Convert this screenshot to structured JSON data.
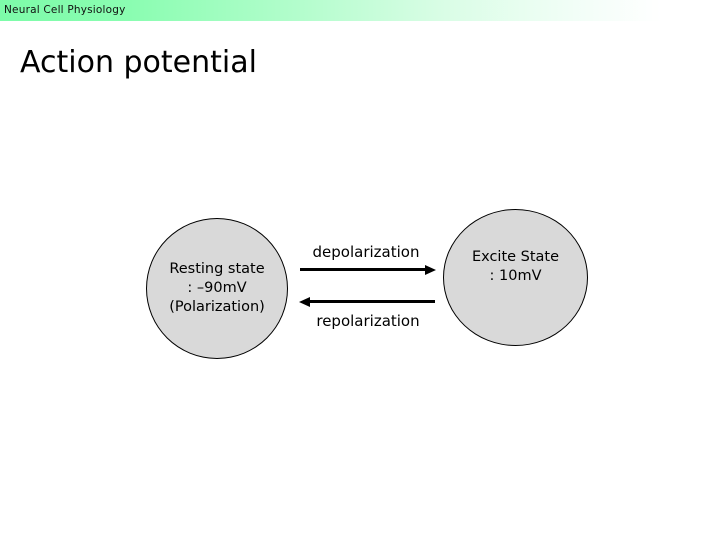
{
  "header": {
    "title": "Neural Cell Physiology",
    "gradient_start": "#7dfca9",
    "gradient_end": "#ffffff"
  },
  "slide": {
    "title": "Action potential"
  },
  "diagram": {
    "circle_fill": "#d9d9d9",
    "circle_border": "#000000",
    "states": [
      {
        "id": "resting",
        "lines": [
          "Resting state",
          ": –90mV",
          "(Polarization)"
        ]
      },
      {
        "id": "excite",
        "lines": [
          "Excite State",
          ": 10mV"
        ]
      }
    ],
    "transitions": [
      {
        "id": "depolarization",
        "label": "depolarization",
        "direction": "right"
      },
      {
        "id": "repolarization",
        "label": "repolarization",
        "direction": "left"
      }
    ]
  }
}
